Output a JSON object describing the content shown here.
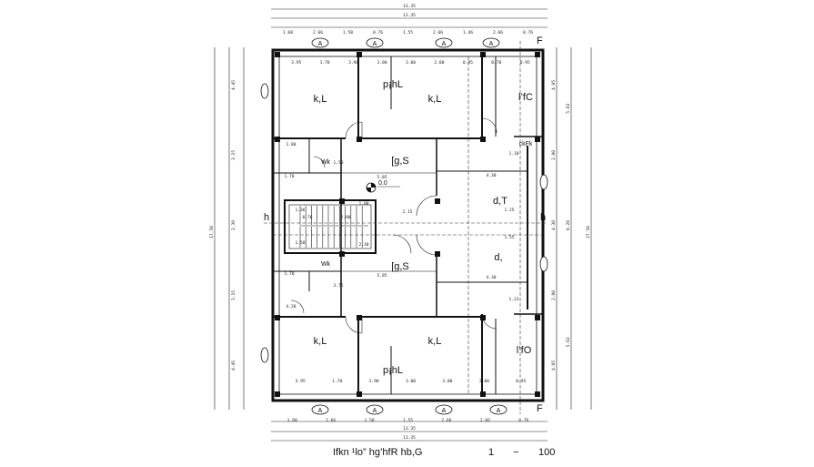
{
  "plan": {
    "caption": {
      "title": "Ifkn ¹lo” hg’hfR hb,G",
      "scale_left": "1",
      "scale_dash": "−",
      "scale_right": "100"
    },
    "overall_dims": {
      "width": "13.35",
      "height": "17.50"
    },
    "level_marker": "0.0",
    "rooms": {
      "bed_top_left": "k,L",
      "bed_top_right": "k,L",
      "bed_bottom_left": "k,L",
      "bed_bottom_right": "k,L",
      "bath_top": "p¡hL",
      "bath_bottom": "p¡hL",
      "living_top": "[g,S",
      "living_bottom": "[g,S",
      "kitchen_top": "d,T",
      "kitchen_bottom": "d,",
      "balcony_top": "l’fC",
      "balcony_bottom": "l’fO",
      "wc_top": "ckFk",
      "wc_left": "Wk",
      "wc_left_bottom": "Wk"
    },
    "marks": {
      "section_a": "A",
      "section_f": "F",
      "section_h": "h"
    },
    "dims_top_row": [
      "1.68",
      "2.66",
      "1.58",
      "0.76",
      "1.55",
      "2.66",
      "1.46",
      "2.66",
      "0.76"
    ],
    "dims_bottom_row": [
      "1.68",
      "2.66",
      "1.58",
      "1.55",
      "2.66",
      "2.66",
      "0.76"
    ],
    "dims_inner_top": [
      "3.95",
      "1.78",
      "3.90",
      "3.00",
      "3.00",
      "2.00",
      "0.95",
      "0.70",
      "0.95"
    ],
    "dims_inner_bottom": [
      "3.95",
      "1.78",
      "3.90",
      "3.00",
      "3.00",
      "2.00",
      "0.95"
    ],
    "dims_left_outer": [
      "4.45",
      "3.15",
      "2.30",
      "3.15",
      "4.45"
    ],
    "dims_right_outer": [
      "5.63",
      "6.28",
      "5.63"
    ],
    "dims_right_inner": [
      "4.05",
      "2.00",
      "4.30",
      "2.00",
      "4.05"
    ],
    "dims_misc": [
      "1.70",
      "1.70",
      "5.85",
      "5.85",
      "4.30",
      "4.30",
      "2.15",
      "1.25",
      "1.55",
      "1.36",
      "1.58",
      "2.00",
      "1.50",
      "3.75",
      "0.76",
      "1.80",
      "4.20",
      "1.10",
      "1.23",
      "1.00",
      "2.30"
    ]
  }
}
